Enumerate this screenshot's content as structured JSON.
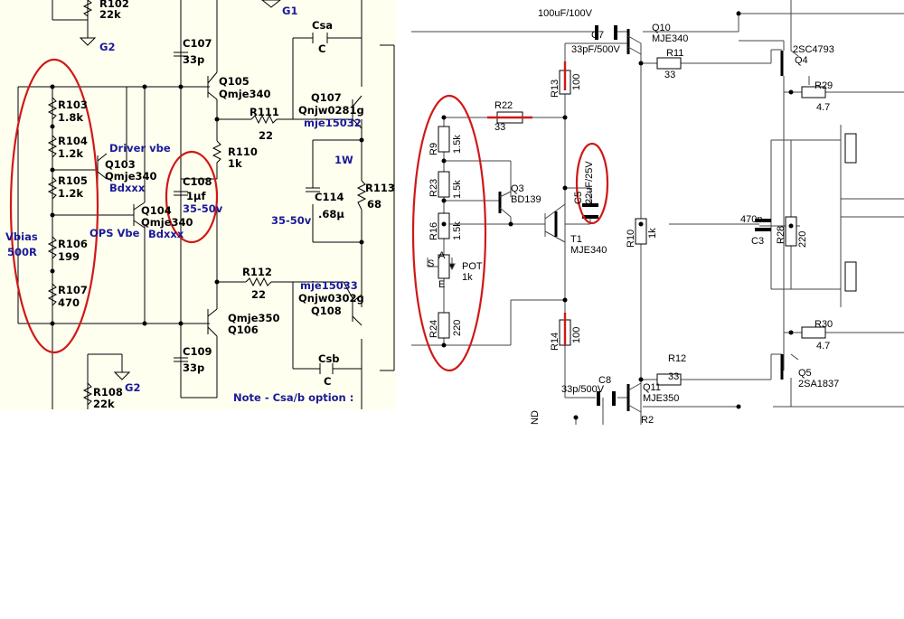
{
  "left_schematic": {
    "labels": {
      "r102": "R102",
      "r102_v": "22k",
      "g1": "G1",
      "g2_top": "G2",
      "c107": "C107",
      "c107_v": "33p",
      "csa": "Csa",
      "csa_v": "C",
      "q105": "Q105",
      "q105_v": "Qmje340",
      "q107": "Q107",
      "q107_v": "Qnjw0281g",
      "q107_b": "mje15032",
      "r103": "R103",
      "r103_v": "1.8k",
      "r104": "R104",
      "r104_v": "1.2k",
      "driver_vbe": "Driver vbe",
      "q103": "Q103",
      "q103_v": "Qmje340",
      "bdxxx1": "Bdxxx",
      "r105": "R105",
      "r105_v": "1.2k",
      "r111": "R111",
      "r111_v": "22",
      "r110": "R110",
      "r110_v": "1k",
      "c108": "C108",
      "c108_v": "1μf",
      "c108_b": "35-50v",
      "w1": "1W",
      "c114": "C114",
      "c114_v": ".68μ",
      "c114_b": "35-50v",
      "r113": "R113",
      "r113_v": "68",
      "vbias": "Vbias",
      "vbias_v": "500R",
      "r106": "R106",
      "r106_v": "199",
      "ops_vbe": "OPS Vbe",
      "q104": "Q104",
      "q104_v": "Qmje340",
      "bdxxx2": "Bdxxx",
      "r112": "R112",
      "r112_v": "22",
      "mje15033": "mje15033",
      "r107": "R107",
      "r107_v": "470",
      "q108_v": "Qnjw0302g",
      "q108": "Q108",
      "qmje350": "Qmje350",
      "q106": "Q106",
      "c109": "C109",
      "c109_v": "33p",
      "csb": "Csb",
      "csb_v": "C",
      "r108": "R108",
      "r108_v": "22k",
      "g2_bot": "G2",
      "note": "Note - Csa/b option :"
    }
  },
  "right_schematic": {
    "labels": {
      "c_top": "100uF/100V",
      "c7": "C7",
      "c7_v": "33pF/500V",
      "q10": "Q10",
      "q10_v": "MJE340",
      "r11": "R11",
      "r11_v": "33",
      "sc4793": "2SC4793",
      "q4": "Q4",
      "r29": "R29",
      "r29_v": "4.7",
      "r13": "R13",
      "r13_v": "100",
      "r22": "R22",
      "r22_v": "33",
      "r9": "R9",
      "r9_v": "1.5k",
      "q3": "Q3",
      "q3_v": "BD139",
      "c5": "C5",
      "c5_v": "22uF/25V",
      "r23": "R23",
      "r23_v": "1.5k",
      "t1": "T1",
      "t1_v": "MJE340",
      "c3_v": "470n",
      "c3": "C3",
      "r28": "R28",
      "r28_v": "220",
      "r16": "R16",
      "r16_v": "1.5k",
      "r10": "R10",
      "r10_v": "1k",
      "pot": "POT",
      "pot_v": "1k",
      "pot_s": "S",
      "pot_a": "A",
      "pot_e": "E",
      "r24": "R24",
      "r24_v": "220",
      "r14": "R14",
      "r14_v": "100",
      "r30": "R30",
      "r30_v": "4.7",
      "c8": "C8",
      "c8_v": "33p/500V",
      "r12": "R12",
      "r12_v": "33",
      "q5": "Q5",
      "q5_v": "2SA1837",
      "q11": "Q11",
      "q11_v": "MJE350",
      "r2": "R2",
      "nd": "ND"
    }
  },
  "colors": {
    "left_background": "#fffff0",
    "right_background": "#ffffff",
    "annotation_red": "#d01818",
    "label_blue": "#1a1a99",
    "wire": "#000000"
  }
}
